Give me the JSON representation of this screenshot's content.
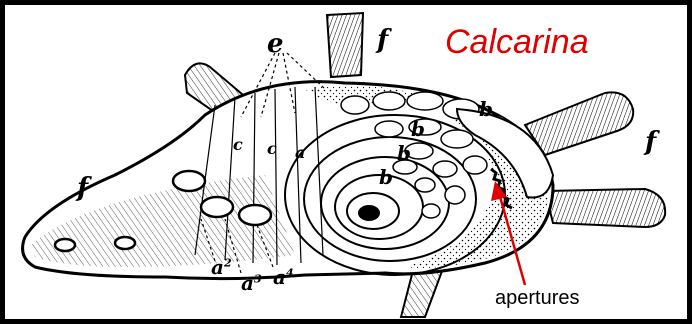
{
  "figure": {
    "title": "Calcarina",
    "caption": "apertures",
    "title_color": "#e00000",
    "arrow_color": "#e00000",
    "labels": {
      "f": "f",
      "e": "e",
      "b": "b",
      "c": "c",
      "a": "a",
      "a2": "a",
      "a2_sup": "2",
      "a3": "a",
      "a3_sup": "3",
      "a4": "a",
      "a4_sup": "4"
    }
  }
}
